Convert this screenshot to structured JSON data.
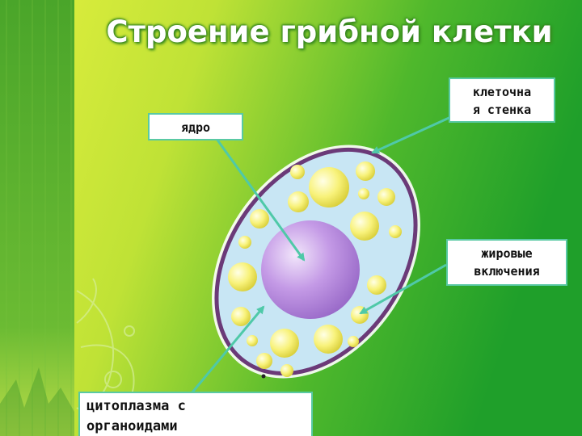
{
  "title": "Строение грибной клетки",
  "labels": {
    "nucleus": "ядро",
    "cell_wall": [
      "клеточна",
      "я стенка"
    ],
    "fat_inclusions": [
      "жировые",
      "включения"
    ],
    "cytoplasm": [
      "цитоплазма с",
      "органоидами"
    ]
  },
  "colors": {
    "background_light": "#d7ec3c",
    "background_dark": "#24a528",
    "left_strip": "#5fb22f",
    "cell_wall": "#6b3a78",
    "cytoplasm": "#c8e6f4",
    "nucleus": "#b98ee0",
    "fat_droplet": "#f5f06a",
    "arrow": "#4fc9a8"
  }
}
